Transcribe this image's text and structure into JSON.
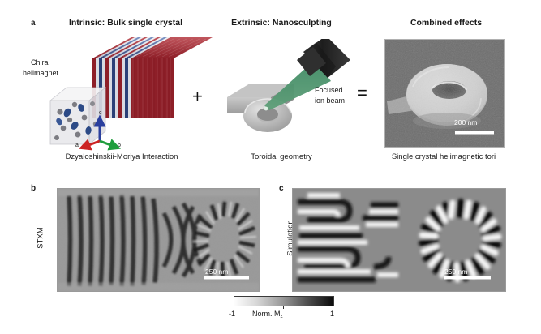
{
  "figure": {
    "panels": {
      "a": {
        "letter": "a",
        "headers": {
          "intrinsic": "Intrinsic: Bulk single crystal",
          "extrinsic": "Extrinsic: Nanosculpting",
          "combined": "Combined effects"
        },
        "labels": {
          "chiral_line1": "Chiral",
          "chiral_line2": "helimagnet",
          "fib_line1": "Focused",
          "fib_line2": "ion beam",
          "axis_a": "a",
          "axis_b": "b",
          "axis_c": "c"
        },
        "captions": {
          "dmi": "Dzyaloshinskii-Moriya Interaction",
          "toroid": "Toroidal geometry",
          "result": "Single crystal helimagnetic tori"
        },
        "operators": {
          "plus": "+",
          "equals": "="
        },
        "sem_scalebar": "200 nm"
      },
      "b": {
        "letter": "b",
        "side_label": "STXM",
        "scalebar": "250 nm"
      },
      "c": {
        "letter": "c",
        "side_label": "Simulation",
        "scalebar": "250 nm"
      }
    },
    "colorbar": {
      "min_label": "-1",
      "max_label": "1",
      "title_prefix": "Norm. M",
      "title_subscript": "z",
      "min_color": "#ffffff",
      "max_color": "#000000"
    },
    "colors": {
      "spin_red": "#a8262f",
      "spin_blue": "#2f4f8f",
      "axis_a_red": "#cc2222",
      "axis_b_green": "#1f9d3c",
      "axis_c_blue": "#2a3f9e",
      "beam_green": "#4f9471",
      "column_dark": "#2b2b2b",
      "slab_gray": "#b3b3b3",
      "sem_background": "#6d6d6d",
      "sim_background": "#8b8b8b"
    }
  }
}
